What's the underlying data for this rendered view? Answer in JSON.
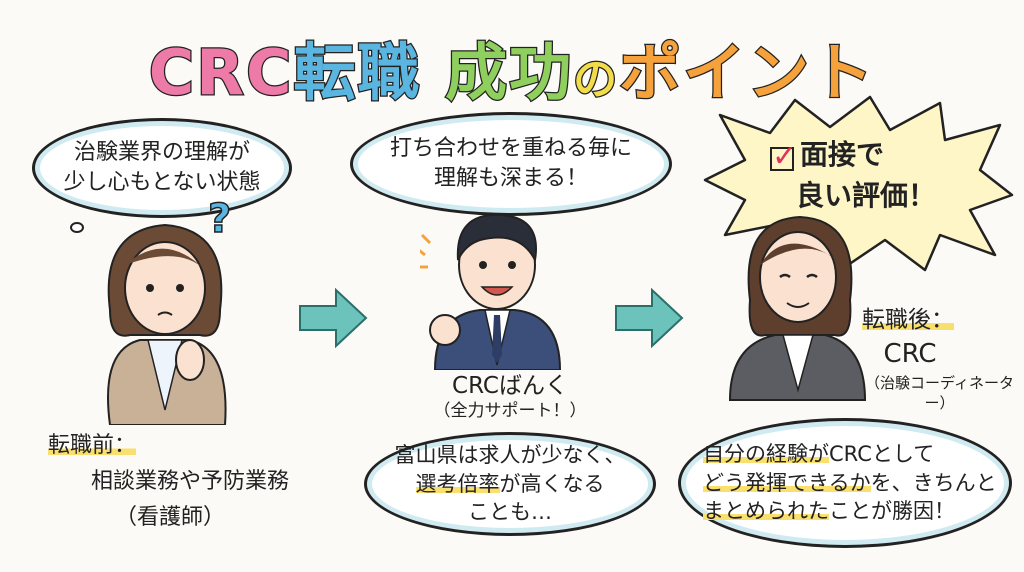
{
  "title": {
    "part1": "CRC",
    "part2": "転職",
    "part3": "成功",
    "part4": "の",
    "part5": "ポイント"
  },
  "colors": {
    "crc": "#ee7aa8",
    "tenshoku": "#5ab5e0",
    "seikou": "#8fcf5e",
    "no": "#f3dc4a",
    "point": "#f5a23c",
    "arrow": "#6cc3bc",
    "highlight": "#f9df6e",
    "starburst": "#fff6c8"
  },
  "before": {
    "thought_lines": [
      "治験業界の理解が",
      "少し心もとない状態"
    ],
    "question_mark": "?",
    "label": "転職前：",
    "role_line1": "相談業務や予防業務",
    "role_line2": "（看護師）"
  },
  "middle": {
    "bubble_lines": [
      "打ち合わせを重ねる毎に",
      "理解も深まる！"
    ],
    "name": "CRCばんく",
    "sub": "（全力サポート！）",
    "note_line1": "富山県は求人が少なく、",
    "note_line2_hl": "選考倍率",
    "note_line2_rest": "が高くなる",
    "note_line3": "ことも…"
  },
  "after": {
    "check_icon": "checkbox-checked-icon",
    "burst_line1": "面接で",
    "burst_line2": "良い評価！",
    "label": "転職後：",
    "role": "CRC",
    "role_sub": "（治験コーディネーター）",
    "note_line1_hl": "自分の経験が",
    "note_line1_rest": "CRCとして",
    "note_line2_hl": "どう発揮できるか",
    "note_line2_rest": "を、きちんと",
    "note_line3_hl": "まとめられた",
    "note_line3_rest": "ことが勝因！"
  }
}
